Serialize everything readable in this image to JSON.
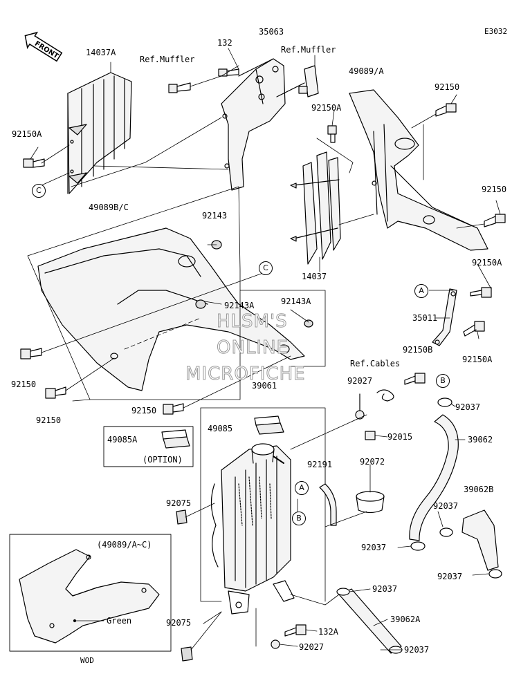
{
  "diagram_code": "E3032",
  "front_label": "FRONT",
  "watermark": [
    "HLSM'S",
    "ONLINE",
    "MICROFICHE"
  ],
  "parts": {
    "p14037A": "14037A",
    "p132": "132",
    "p35063": "35063",
    "refMuffler1": "Ref.Muffler",
    "refMuffler2": "Ref.Muffler",
    "p49089A": "49089/A",
    "p92150_a": "92150",
    "p92150A_a": "92150A",
    "p92150A_b": "92150A",
    "p92150_b": "92150",
    "p49089BC": "49089B/C",
    "p92143": "92143",
    "p14037": "14037",
    "p92150A_c": "92150A",
    "p35011": "35011",
    "p92143A_a": "92143A",
    "p92143A_b": "92143A",
    "p92150A_d": "92150A",
    "p92150B": "92150B",
    "refCables": "Ref.Cables",
    "p92150_c": "92150",
    "p92150_d": "92150",
    "p92150_e": "92150",
    "p39061": "39061",
    "p92027_a": "92027",
    "p92037_a": "92037",
    "p49085": "49085",
    "p49085A": "49085A",
    "option": "(OPTION)",
    "p92015": "92015",
    "p39062": "39062",
    "p92191": "92191",
    "p92072": "92072",
    "p92075_a": "92075",
    "p39062B": "39062B",
    "p92037_b": "92037",
    "p92037_c": "92037",
    "p92037_d": "92037",
    "p92037_e": "92037",
    "p39062A": "39062A",
    "p92075_b": "92075",
    "p132A": "132A",
    "p92027_b": "92027",
    "p92037_f": "92037",
    "inset_title": "(49089/A~C)",
    "green": "Green",
    "wod": "WOD"
  },
  "callouts": {
    "c1": "C",
    "c2": "C",
    "a1": "A",
    "a2": "A",
    "b1": "B",
    "b2": "B"
  }
}
